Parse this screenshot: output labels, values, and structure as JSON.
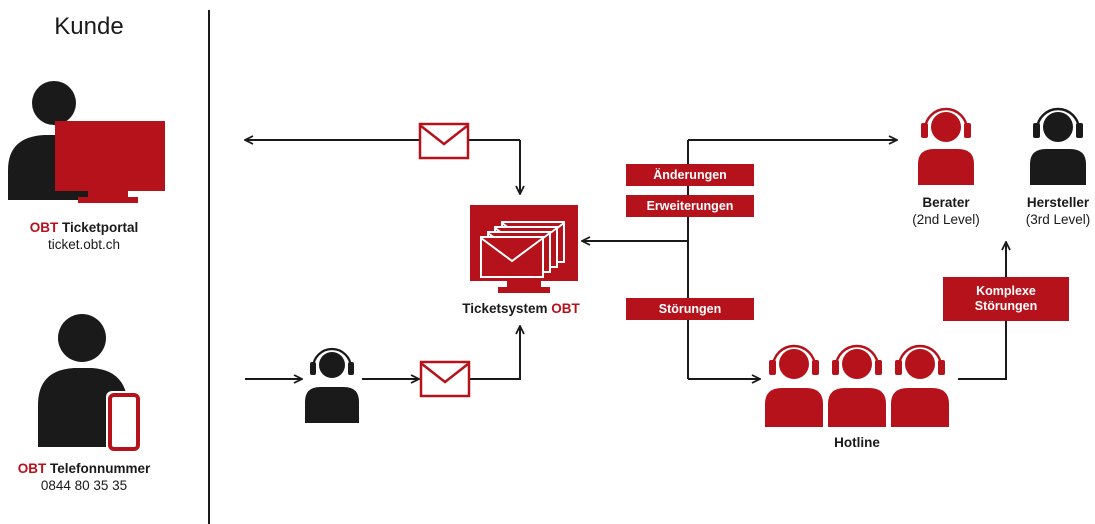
{
  "heading": "Kunde",
  "colors": {
    "red": "#b5121b",
    "dark": "#1a1a1a",
    "white": "#ffffff"
  },
  "portal": {
    "brand": "OBT",
    "name": "Ticketportal",
    "url": "ticket.obt.ch"
  },
  "phone": {
    "brand": "OBT",
    "name": "Telefonnummer",
    "number": "0844 80 35 35"
  },
  "ticketsystem": {
    "name": "Ticketsystem",
    "brand": "OBT"
  },
  "boxes": {
    "changes": "Änderungen",
    "extensions": "Erweiterungen",
    "faults": "Störungen",
    "complex_line1": "Komplexe",
    "complex_line2": "Störungen"
  },
  "roles": {
    "advisor": {
      "name": "Berater",
      "level": "(2nd Level)"
    },
    "manufacturer": {
      "name": "Hersteller",
      "level": "(3rd Level)"
    },
    "hotline": "Hotline"
  },
  "icons": [
    "person-computer-icon",
    "person-phone-icon",
    "envelope-icon",
    "ticket-screen-icon",
    "headset-agent-icon"
  ]
}
